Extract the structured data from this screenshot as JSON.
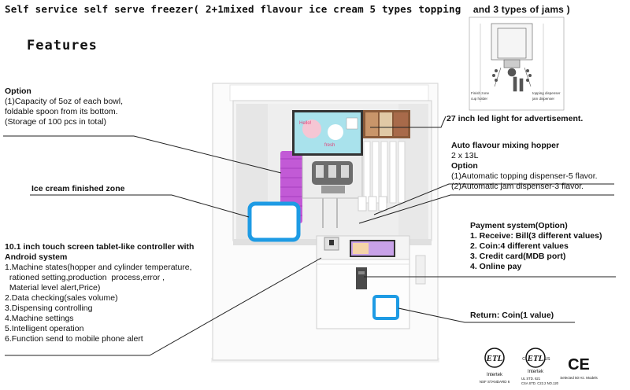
{
  "header": {
    "title": "Self service self serve freezer( 2+1mixed flavour ice cream 5 types topping",
    "title_tail": "and 3 types of jams )",
    "features": "Features"
  },
  "callouts": {
    "option_left": {
      "heading": "Option",
      "lines": [
        "(1)Capacity of 5oz of each bowl,",
        "foldable spoon from its bottom.",
        "(Storage of 100 pcs in total)"
      ]
    },
    "finished_zone": "Ice cream finished zone",
    "controller": {
      "heading": "10.1 inch touch screen tablet-like controller with",
      "heading2": "Android system",
      "lines": [
        "1.Machine states(hopper and cylinder temperature,",
        "  rationed setting,production  process,error ,",
        "  Material level alert,Price)",
        "2.Data checking(sales volume)",
        "3.Dispensing controlling",
        "4.Machine settings",
        "5.Intelligent operation",
        "6.Function send to mobile phone alert"
      ]
    },
    "led": "27 inch led light for advertisement.",
    "hopper": {
      "heading": "Auto flavour mixing hopper",
      "capacity": "2 x 13L",
      "option": "Option",
      "lines": [
        "(1)Automatic topping dispenser-5 flavor.",
        "(2)Automatic jam dispenser-3 flavor."
      ]
    },
    "payment": {
      "heading": "Payment system(Option)",
      "lines": [
        "1. Receive: Bill(3 different values)",
        "2. Coin:4 different values",
        "3. Credit card(MDB port)",
        "4. Online pay"
      ]
    },
    "return": "Return: Coin(1 value)"
  },
  "diagram": {
    "labels": [
      "Finish zone",
      "cup holder",
      "topping dispenser",
      "jam dispenser"
    ]
  },
  "screen": {
    "text1": "Hello!",
    "text2": "fresh"
  },
  "certs": {
    "etl1": "ETL",
    "intertek1": "Intertek",
    "nsf": "NSF STANDARD 6",
    "etl2": "ETL",
    "intertek2": "Intertek",
    "ul": "UL   STD. 621",
    "csa": "CSA  STD. C22.2  NO.120",
    "ce": "CE",
    "selected": "Selected 50 Hz. Models",
    "us": "US",
    "c": "C"
  },
  "colors": {
    "accent_blue": "#1e9be4",
    "purple": "#c25ad6",
    "line": "#222222"
  }
}
